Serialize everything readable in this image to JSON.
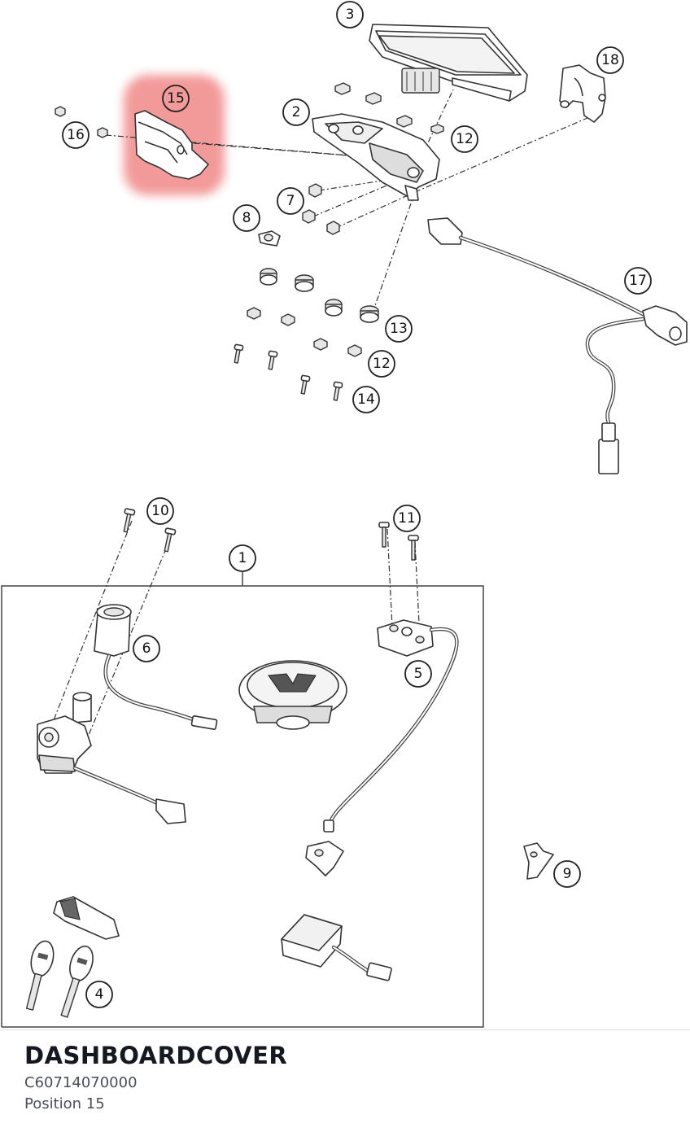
{
  "diagram": {
    "callouts": [
      {
        "id": "c1",
        "label": "1"
      },
      {
        "id": "c2",
        "label": "2"
      },
      {
        "id": "c3",
        "label": "3"
      },
      {
        "id": "c4",
        "label": "4"
      },
      {
        "id": "c5",
        "label": "5"
      },
      {
        "id": "c6",
        "label": "6"
      },
      {
        "id": "c7",
        "label": "7"
      },
      {
        "id": "c8",
        "label": "8"
      },
      {
        "id": "c9",
        "label": "9"
      },
      {
        "id": "c10",
        "label": "10"
      },
      {
        "id": "c11",
        "label": "11"
      },
      {
        "id": "c12a",
        "label": "12"
      },
      {
        "id": "c12b",
        "label": "12"
      },
      {
        "id": "c13",
        "label": "13"
      },
      {
        "id": "c14",
        "label": "14"
      },
      {
        "id": "c15",
        "label": "15"
      },
      {
        "id": "c16",
        "label": "16"
      },
      {
        "id": "c17",
        "label": "17"
      },
      {
        "id": "c18",
        "label": "18"
      }
    ],
    "highlight_color": "#f08080"
  },
  "selected_part": {
    "name": "DASHBOARDCOVER",
    "number": "C60714070000",
    "position": "Position 15"
  }
}
